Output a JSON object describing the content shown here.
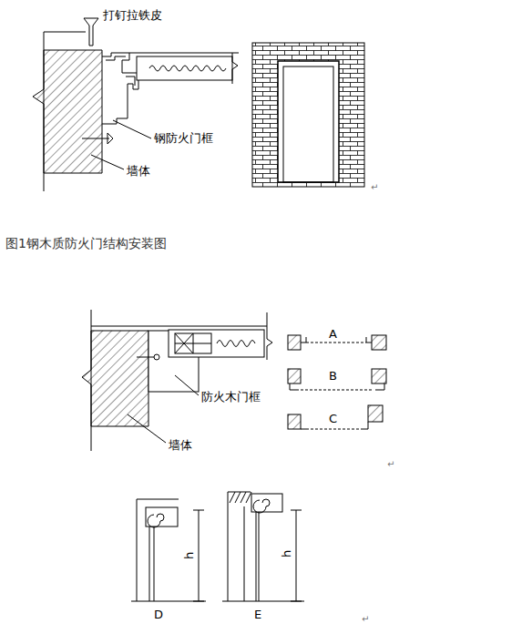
{
  "diagram": {
    "caption": "图1钢木质防火门结构安装图",
    "labels": [
      "打钉拉铁皮",
      "钢防火门框",
      "墙体",
      "↵",
      "防火木门框",
      "墙体",
      "A",
      "B",
      "C",
      "↵",
      "h",
      "h",
      "D",
      "E",
      "↵"
    ]
  }
}
